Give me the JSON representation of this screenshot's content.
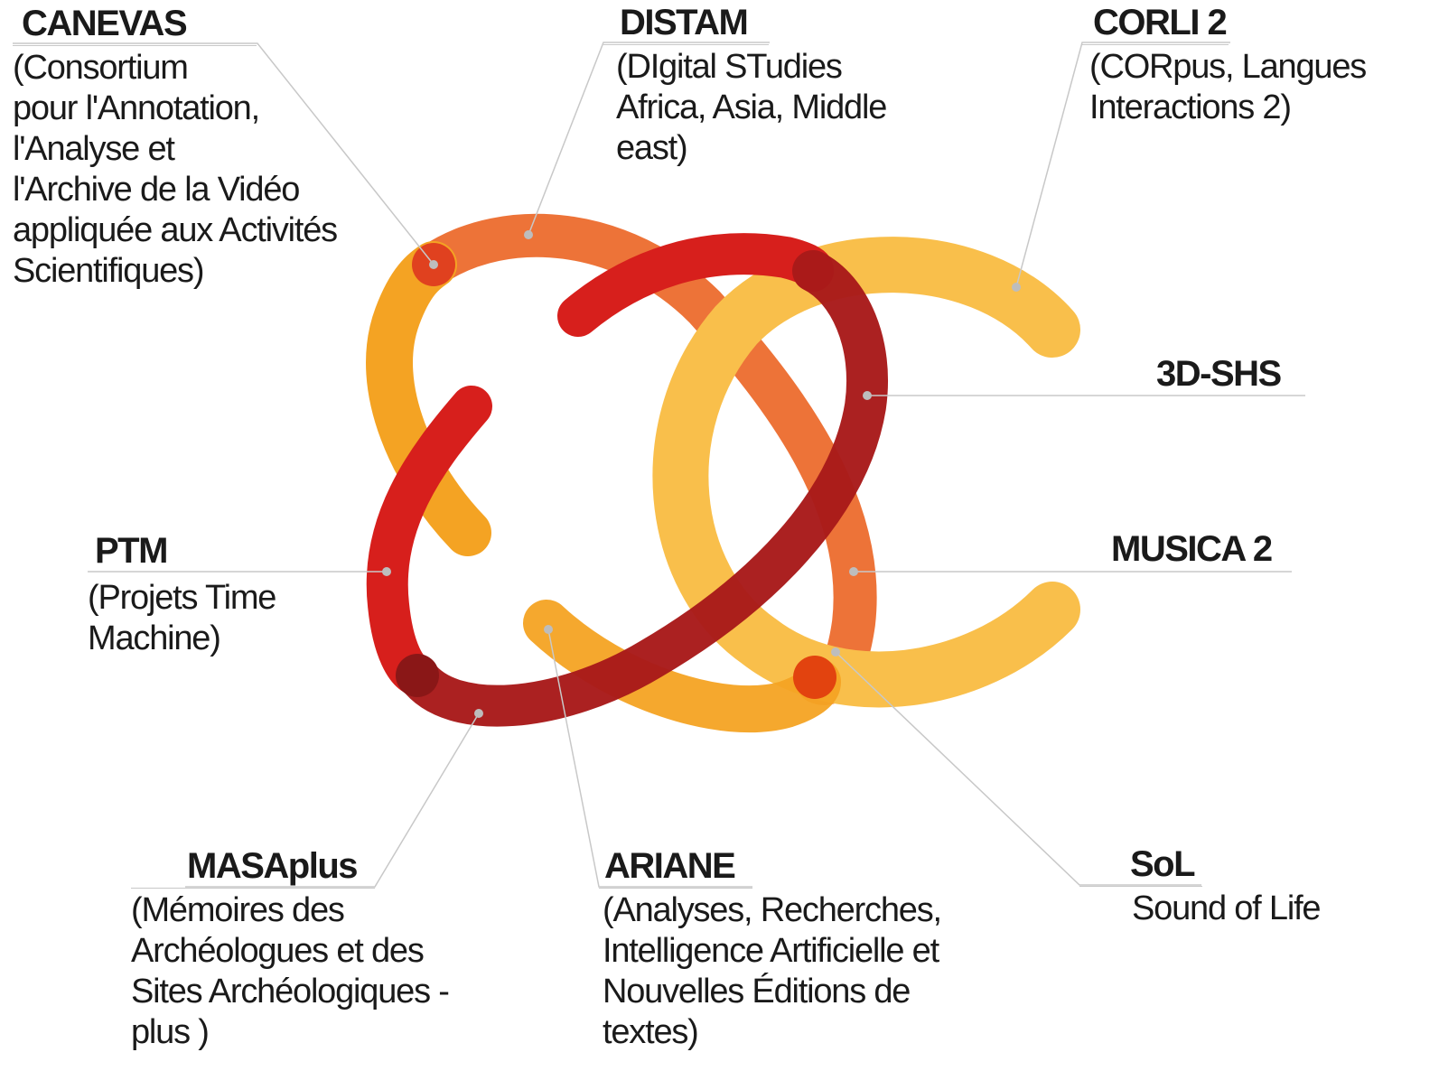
{
  "colors": {
    "yellow": "#f9bf4b",
    "orange_yellow": "#f4a323",
    "orange": "#ec6b2d",
    "red": "#d71f1c",
    "dark_red": "#a81a1a",
    "leader_line": "#c8c8c8",
    "text": "#1a1a1a"
  },
  "labels": {
    "canevas": {
      "title": "CANEVAS",
      "desc": "(Consortium\npour l'Annotation,\nl'Analyse et\nl'Archive de la Vidéo\nappliquée aux Activités\nScientifiques)"
    },
    "distam": {
      "title": "DISTAM",
      "desc": "(DIgital STudies\nAfrica, Asia, Middle\neast)"
    },
    "corli": {
      "title": "CORLI 2",
      "desc": "(CORpus, Langues\nInteractions 2)"
    },
    "shs3d": {
      "title": "3D-SHS"
    },
    "musica": {
      "title": "MUSICA 2"
    },
    "ptm": {
      "title": "PTM",
      "desc": "(Projets Time\nMachine)"
    },
    "masaplus": {
      "title": "MASAplus",
      "desc": "(Mémoires des\nArchéologues et des\nSites Archéologiques -\nplus )"
    },
    "ariane": {
      "title": "ARIANE",
      "desc": "(Analyses, Recherches,\nIntelligence Artificielle et\nNouvelles Éditions de\ntextes)"
    },
    "sol": {
      "title": "SoL",
      "desc": "Sound of Life"
    }
  }
}
